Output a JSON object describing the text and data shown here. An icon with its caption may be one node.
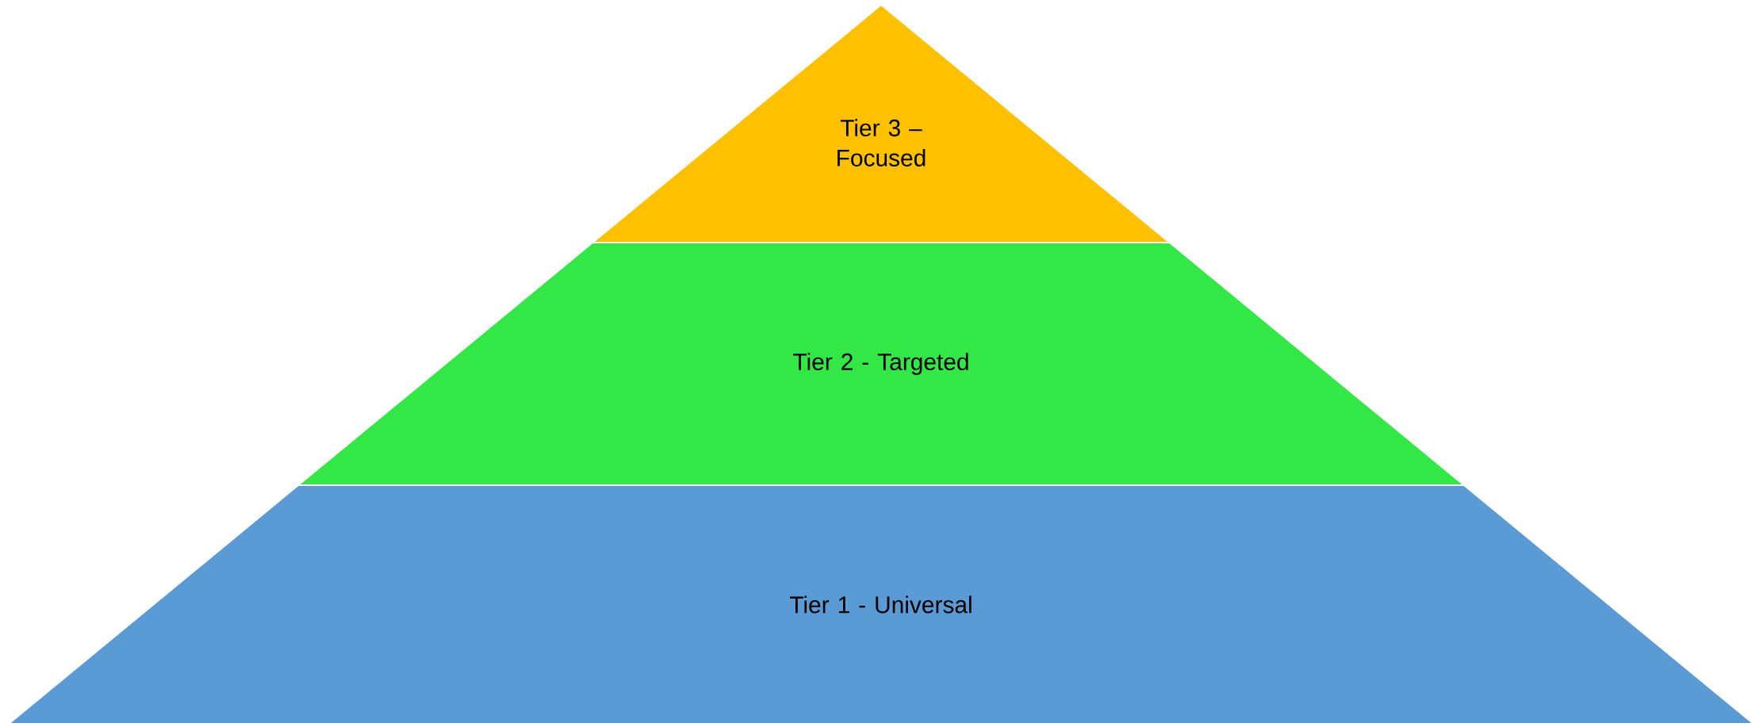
{
  "diagram": {
    "nodes": [
      {
        "text": [
          "Tier 3 – Focused"
        ]
      },
      {
        "text": [
          "Tier 2 - Targeted"
        ]
      },
      {
        "text": [
          "Tier 1 - Universal"
        ]
      }
    ]
  }
}
